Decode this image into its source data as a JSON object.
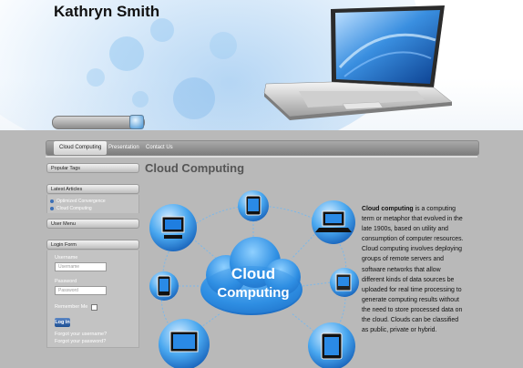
{
  "header": {
    "site_title": "Kathryn Smith"
  },
  "nav": {
    "items": [
      {
        "label": "Cloud Computing",
        "active": true
      },
      {
        "label": "Presentation",
        "active": false
      },
      {
        "label": "Contact Us",
        "active": false
      }
    ]
  },
  "sidebar": {
    "popular_tags": "Popular Tags",
    "latest_articles": "Latest Articles",
    "articles": [
      "Optimized Convergence",
      "Cloud Computing"
    ],
    "user_menu": "User Menu",
    "login_form": {
      "title": "Login Form",
      "username_label": "Username",
      "username_placeholder": "Username",
      "password_label": "Password",
      "password_placeholder": "Password",
      "remember_label": "Remember Me",
      "login_button": "Log in",
      "forgot_username": "Forgot your username?",
      "forgot_password": "Forgot your password?"
    }
  },
  "main": {
    "title": "Cloud Computing",
    "diagram_label_line1": "Cloud",
    "diagram_label_line2": "Computing",
    "article_lead": "Cloud computing",
    "article_text": "is a computing term or metaphor that evolved in the late 1900s, based on utility and consumption of computer resources. Cloud computing involves deploying groups of remote servers and software networks that allow different kinds of data sources be uploaded for real time processing to generate computing results without the need to store processed data on the cloud. Clouds can be classified as public, private or hybrid."
  },
  "colors": {
    "accent": "#2f7fd0",
    "page_bg": "#b9b9b9"
  }
}
